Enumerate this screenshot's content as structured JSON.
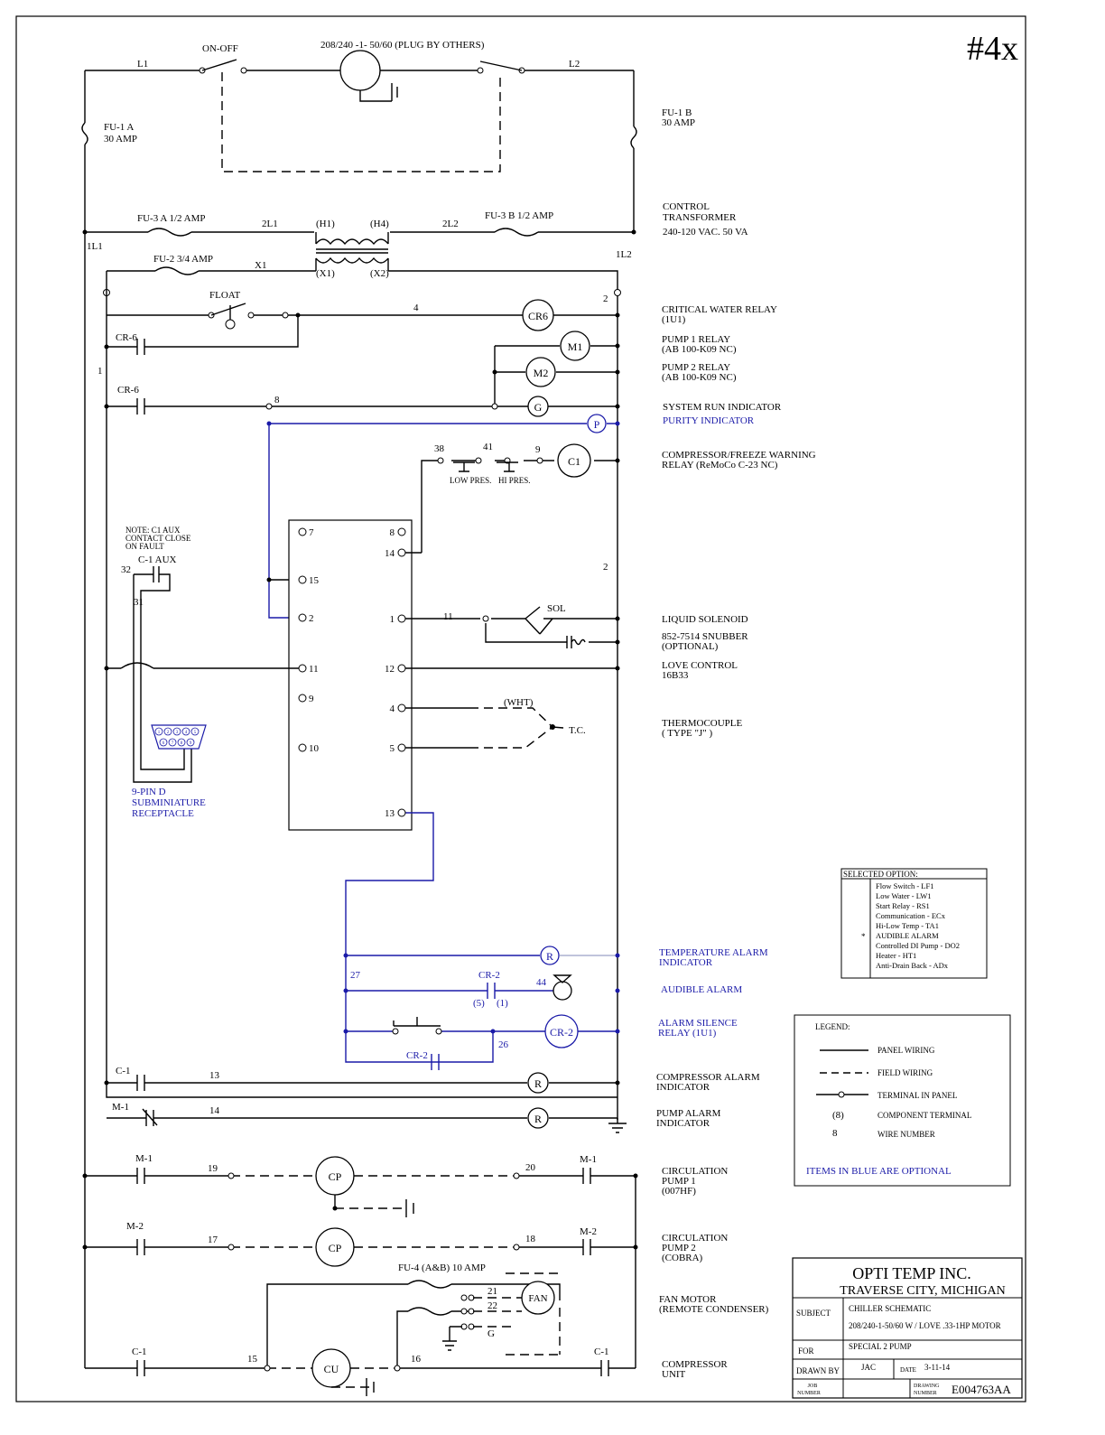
{
  "sheet_id": "#4x",
  "supply": {
    "voltage": "208/240 -1- 50/60  (PLUG BY OTHERS)",
    "switch": "ON-OFF",
    "l1": "L1",
    "l2": "L2"
  },
  "fuses": {
    "fu1a": [
      "FU-1 A",
      "30 AMP"
    ],
    "fu1b": [
      "FU-1 B",
      "30 AMP"
    ],
    "fu3a": "FU-3 A  1/2 AMP",
    "fu3b": "FU-3 B  1/2 AMP",
    "fu2": "FU-2  3/4 AMP",
    "fu4": "FU-4 (A&B)  10 AMP"
  },
  "transformer": {
    "h1": "(H1)",
    "h4": "(H4)",
    "x1t": "(X1)",
    "x2t": "(X2)"
  },
  "wires": {
    "w2l1": "2L1",
    "w2l2": "2L2",
    "w1l1": "1L1",
    "w1l2": "1L2",
    "x1": "X1",
    "n1": "1",
    "n2a": "2",
    "n2b": "2",
    "n4": "4",
    "n8": "8",
    "n38": "38",
    "n41": "41",
    "n9": "9",
    "n32": "32",
    "n31": "31",
    "n11": "11",
    "n27": "27",
    "n44": "44",
    "n26": "26",
    "n13": "13",
    "n14": "14",
    "n19": "19",
    "n20": "20",
    "n17": "17",
    "n18": "18",
    "n21": "21",
    "n22": "22",
    "g": "G",
    "n15": "15",
    "n16": "16"
  },
  "devices": {
    "float": "FLOAT",
    "cr6a": "CR-6",
    "cr6b": "CR-6",
    "cr6": "CR6",
    "m1": "M1",
    "m2": "M2",
    "g": "G",
    "p": "P",
    "c1": "C1",
    "low": "LOW PRES.",
    "hi": "HI PRES.",
    "sol": "SOL",
    "wht": "(WHT)",
    "tc": "T.C.",
    "r": "R",
    "cr2": "CR-2",
    "cr2a": "CR-2",
    "cr2b": "CR-2",
    "cr2t5": "(5)",
    "cr2t1": "(1)",
    "c1a": "C-1",
    "c1b": "C-1",
    "c1c": "C-1",
    "m1a": "M-1",
    "m1b": "M-1",
    "m1c": "M-1",
    "m2a": "M-2",
    "m2b": "M-2",
    "cp": "CP",
    "fan": "FAN",
    "cu": "CU",
    "c1aux": "C-1 AUX"
  },
  "controller": {
    "left": [
      "7",
      "15",
      "2",
      "11",
      "9",
      "10"
    ],
    "right": [
      "8",
      "14",
      "1",
      "12",
      "4",
      "5",
      "13"
    ]
  },
  "notes": {
    "c1aux": [
      "NOTE: C1 AUX",
      "CONTACT CLOSE",
      "ON FAULT"
    ],
    "dsub": [
      "9-PIN D",
      "SUBMINIATURE",
      "RECEPTACLE"
    ],
    "dsub_pins_top": [
      "1",
      "2",
      "3",
      "4",
      "5"
    ],
    "dsub_pins_bot": [
      "6",
      "7",
      "8",
      "9"
    ]
  },
  "labels": [
    {
      "lines": [
        "FU-1 B",
        "30 AMP"
      ]
    },
    {
      "lines": [
        "CONTROL",
        "TRANSFORMER",
        "240-120 VAC. 50 VA"
      ]
    },
    {
      "lines": [
        "CRITICAL WATER RELAY",
        "(1U1)"
      ]
    },
    {
      "lines": [
        "PUMP 1 RELAY",
        "(AB 100-K09 NC)"
      ]
    },
    {
      "lines": [
        "PUMP 2 RELAY",
        "(AB 100-K09 NC)"
      ]
    },
    {
      "lines": [
        "SYSTEM RUN INDICATOR"
      ]
    },
    {
      "lines": [
        "PURITY INDICATOR"
      ],
      "blue": true
    },
    {
      "lines": [
        "COMPRESSOR/FREEZE WARNING",
        "RELAY (ReMoCo C-23 NC)"
      ]
    },
    {
      "lines": [
        "LIQUID SOLENOID"
      ]
    },
    {
      "lines": [
        "852-7514 SNUBBER",
        "(OPTIONAL)"
      ]
    },
    {
      "lines": [
        "LOVE CONTROL",
        "16B33"
      ]
    },
    {
      "lines": [
        "THERMOCOUPLE",
        "( TYPE \"J\" )"
      ]
    },
    {
      "lines": [
        "TEMPERATURE ALARM",
        "INDICATOR"
      ],
      "blue": true
    },
    {
      "lines": [
        "AUDIBLE ALARM"
      ],
      "blue": true
    },
    {
      "lines": [
        "ALARM SILENCE",
        "RELAY (1U1)"
      ],
      "blue": true
    },
    {
      "lines": [
        "COMPRESSOR ALARM",
        "INDICATOR"
      ]
    },
    {
      "lines": [
        "PUMP ALARM",
        "INDICATOR"
      ]
    },
    {
      "lines": [
        "CIRCULATION",
        "PUMP 1",
        "(007HF)"
      ]
    },
    {
      "lines": [
        "CIRCULATION",
        "PUMP 2",
        "(COBRA)"
      ]
    },
    {
      "lines": [
        "FAN MOTOR",
        "(REMOTE CONDENSER)"
      ]
    },
    {
      "lines": [
        "COMPRESSOR",
        "UNIT"
      ]
    }
  ],
  "options": {
    "title": "SELECTED  OPTION:",
    "items": [
      {
        "mark": "",
        "text": "Flow Switch - LF1"
      },
      {
        "mark": "",
        "text": "Low Water - LW1"
      },
      {
        "mark": "",
        "text": "Start Relay - RS1"
      },
      {
        "mark": "",
        "text": "Communication - ECx"
      },
      {
        "mark": "",
        "text": "Hi-Low Temp - TA1"
      },
      {
        "mark": "*",
        "text": "AUDIBLE ALARM"
      },
      {
        "mark": "",
        "text": "Controlled DI Pump - DO2"
      },
      {
        "mark": "",
        "text": "Heater - HT1"
      },
      {
        "mark": "",
        "text": "Anti-Drain Back - ADx"
      }
    ]
  },
  "legend": {
    "title": "LEGEND:",
    "panel": "PANEL WIRING",
    "field": "FIELD WIRING",
    "terminal": "TERMINAL IN PANEL",
    "comp_sym": "(8)",
    "comp": "COMPONENT TERMINAL",
    "wire_sym": "8",
    "wire": "WIRE NUMBER",
    "blue_note": "ITEMS IN BLUE ARE OPTIONAL"
  },
  "titleblock": {
    "company": "OPTI TEMP INC.",
    "city": "TRAVERSE CITY, MICHIGAN",
    "subject_label": "SUBJECT",
    "subject1": "CHILLER SCHEMATIC",
    "subject2": "208/240-1-50/60 W / LOVE  .33-1HP MOTOR",
    "for_label": "FOR",
    "for_value": "SPECIAL 2 PUMP",
    "drawn_label": "DRAWN BY",
    "drawn_value": "JAC",
    "date_label": "DATE",
    "date_value": "3-11-14",
    "job_label1": "JOB",
    "job_label2": "NUMBER",
    "dwg_label1": "DRAWING",
    "dwg_label2": "NUMBER",
    "dwg_value": "E004763AA"
  }
}
